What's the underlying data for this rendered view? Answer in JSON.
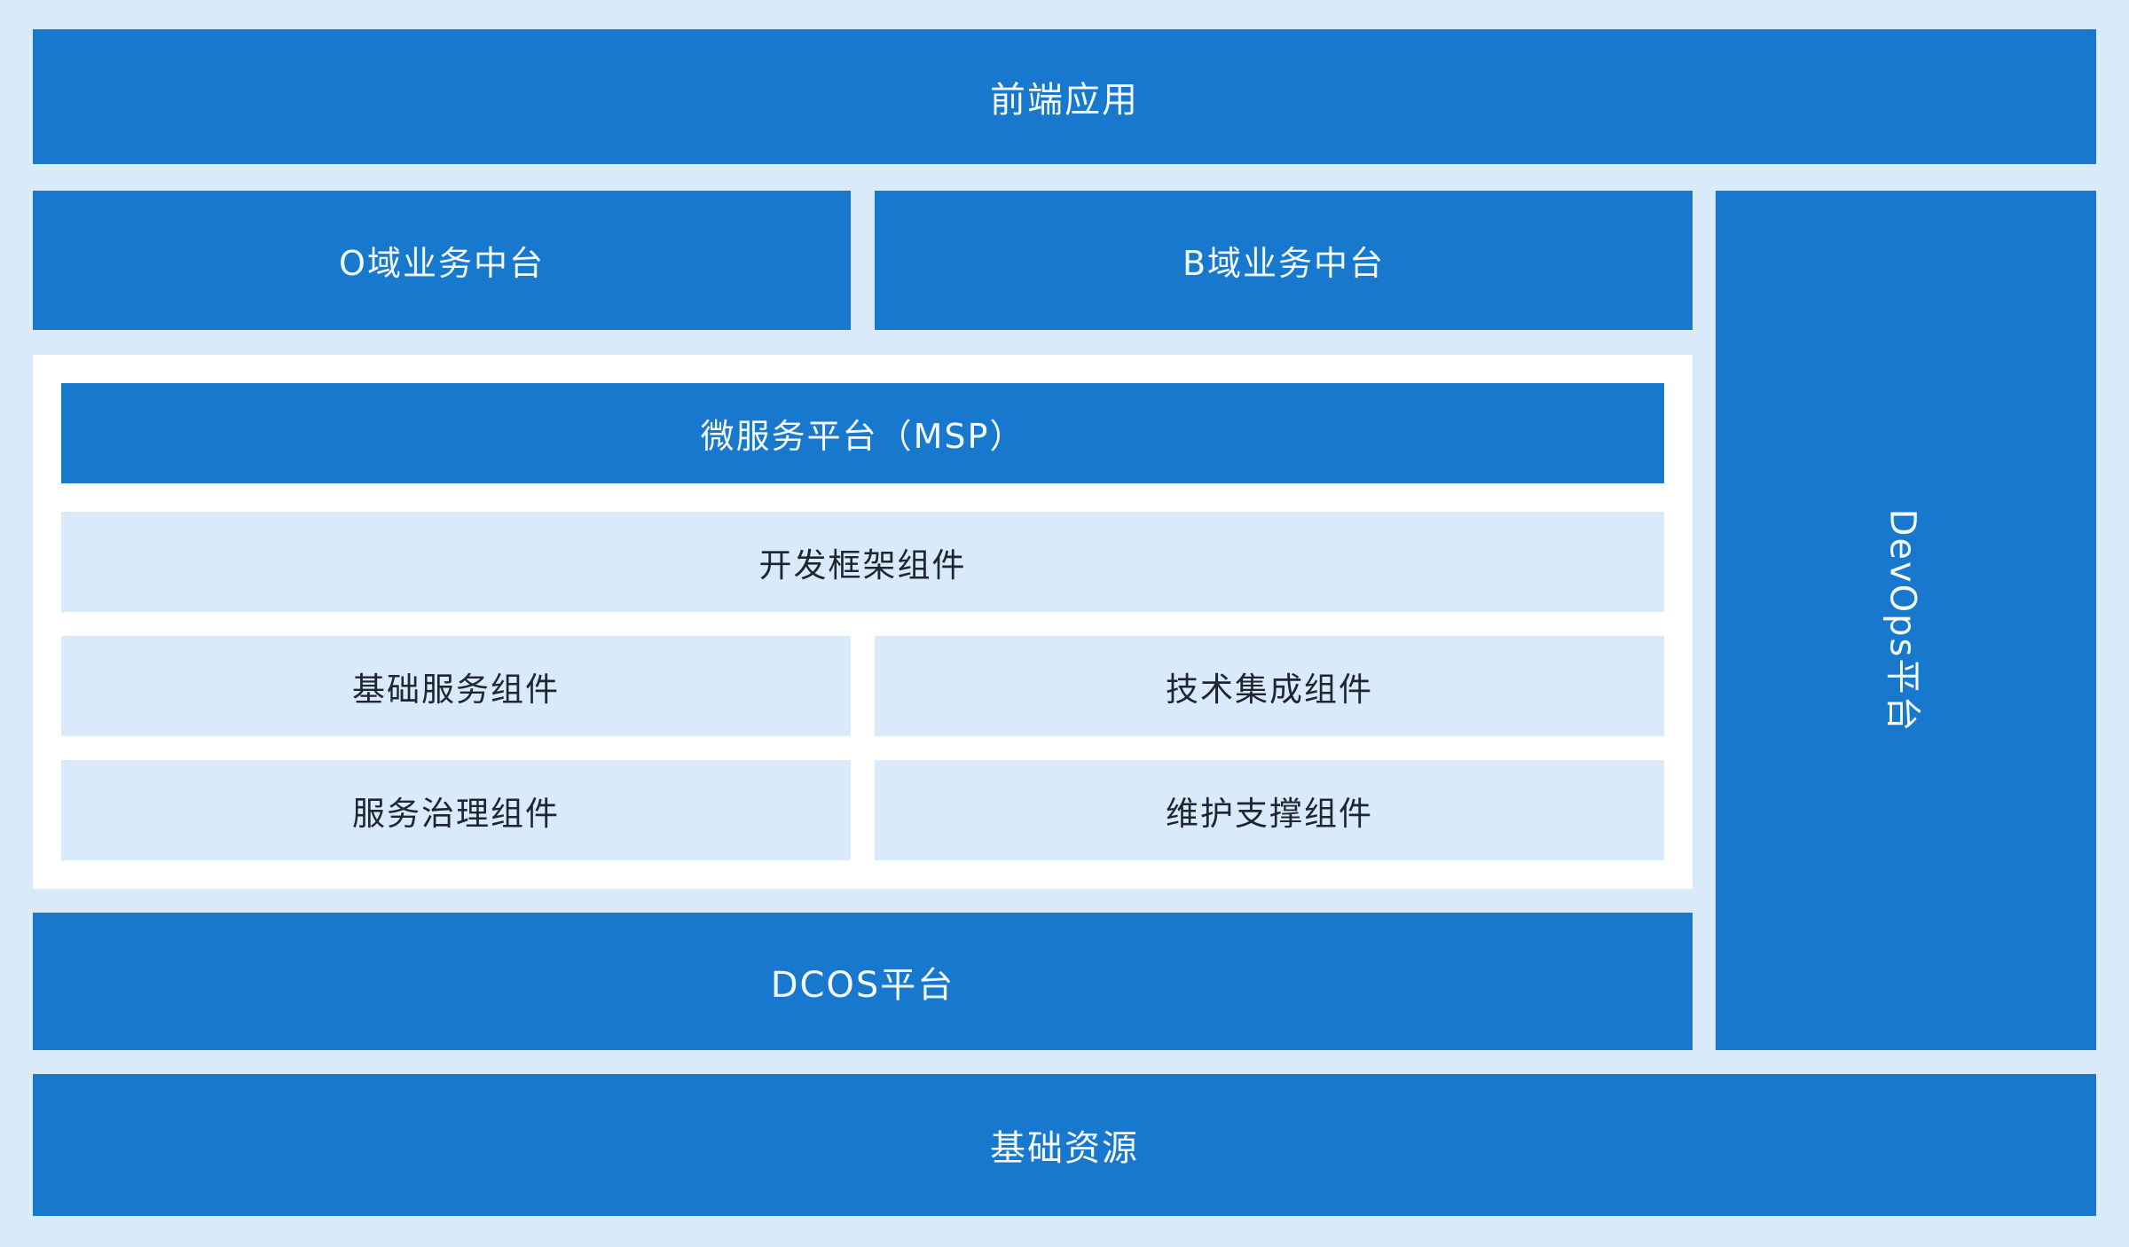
{
  "colors": {
    "page_background": "#d9eafb",
    "box_blue": "#1778cd",
    "box_light_blue": "#d9eafb",
    "container_white": "#ffffff",
    "text_on_blue": "#f4fafd",
    "text_on_light": "#20262f"
  },
  "diagram": {
    "frontend_layer": {
      "label": "前端应用"
    },
    "domain_platforms": [
      {
        "label": "O域业务中台"
      },
      {
        "label": "B域业务中台"
      }
    ],
    "msp": {
      "title": "微服务平台（MSP）",
      "components": [
        {
          "label": "开发框架组件"
        },
        {
          "label": "基础服务组件"
        },
        {
          "label": "技术集成组件"
        },
        {
          "label": "服务治理组件"
        },
        {
          "label": "维护支撑组件"
        }
      ]
    },
    "dcos_layer": {
      "label": "DCOS平台"
    },
    "devops_layer": {
      "label": "DevOps平台"
    },
    "resource_layer": {
      "label": "基础资源"
    }
  }
}
